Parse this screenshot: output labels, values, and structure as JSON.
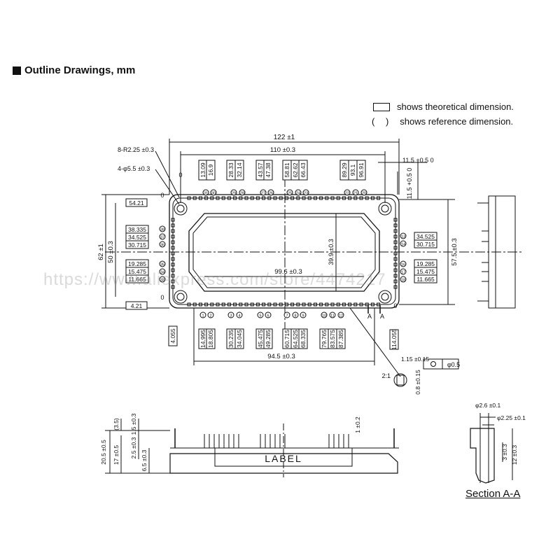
{
  "heading": "Outline Drawings, mm",
  "legend": {
    "theoretical": "shows theoretical dimension.",
    "parens": "(     )",
    "reference": "shows reference dimension."
  },
  "section_title": "Section A-A",
  "watermark": "https://www.aliexpress.com/store/4474217",
  "label_text": "LABEL",
  "dims": {
    "overall_length": "122 ±1",
    "length_110": "110 ±0.3",
    "radius": "8-R2.25 ±0.3",
    "hole": "4-φ5.5 ±0.3",
    "overall_height": "62 ±1",
    "height_50": "50 ±0.3",
    "height_57": "57.5 ±0.3",
    "inner_width": "99.6 ±0.3",
    "inner_height": "39.9 ±0.3",
    "bottom_span": "94.5 ±0.3",
    "top_right_11_5": "11.5 +0.5 0",
    "right_11_5": "11.5 +0.5 0",
    "edge_54_21": "54.21",
    "edge_4_21": "4.21",
    "edge_4_055": "4.055",
    "edge_114_055": "114.055",
    "pin_width": "1.15 ±0.15",
    "pin_thick": "0.8 ±0.15",
    "pin_pos": "φ0.5",
    "scale": "2:1",
    "zero": "0",
    "a_mark": "A"
  },
  "top_pins": [
    "13.09",
    "16.9",
    "28.33",
    "32.14",
    "43.57",
    "47.38",
    "58.81",
    "62.62",
    "66.43",
    "89.29",
    "93.1",
    "96.91"
  ],
  "top_pin_ids": [
    "31",
    "30",
    "29",
    "28",
    "27",
    "26",
    "25",
    "24",
    "23",
    "22",
    "21",
    "20"
  ],
  "left_pins_upper": [
    "38.335",
    "34.525",
    "30.715"
  ],
  "left_pins_lower": [
    "19.285",
    "15.475",
    "11.665"
  ],
  "right_pins_upper": [
    "34.525",
    "30.715"
  ],
  "right_pins_lower": [
    "19.285",
    "15.475",
    "11.665"
  ],
  "bottom_pins": [
    "14.995",
    "18.805",
    "30.235",
    "34.045",
    "45.475",
    "49.285",
    "60.715",
    "64.525",
    "68.335",
    "79.765",
    "83.575",
    "87.385"
  ],
  "bottom_pin_ids": [
    "1",
    "2",
    "3",
    "4",
    "5",
    "6",
    "7",
    "8",
    "9",
    "10",
    "11",
    "12"
  ],
  "side": {
    "h_20_5": "20.5 ±0.5",
    "h_17": "17 ±0.5",
    "h_3_5": "(3.5)",
    "h_1_5": "1.5 ±0.3",
    "h_2_5": "2.5 ±0.3",
    "h_6_5": "6.5 ±0.3",
    "h_1": "1 ±0.2"
  },
  "section": {
    "d_2_6": "φ2.6 ±0.1",
    "d_2_25": "φ2.25 ±0.1",
    "h_3": "3 ±0.3",
    "h_12": "12 ±0.3"
  }
}
